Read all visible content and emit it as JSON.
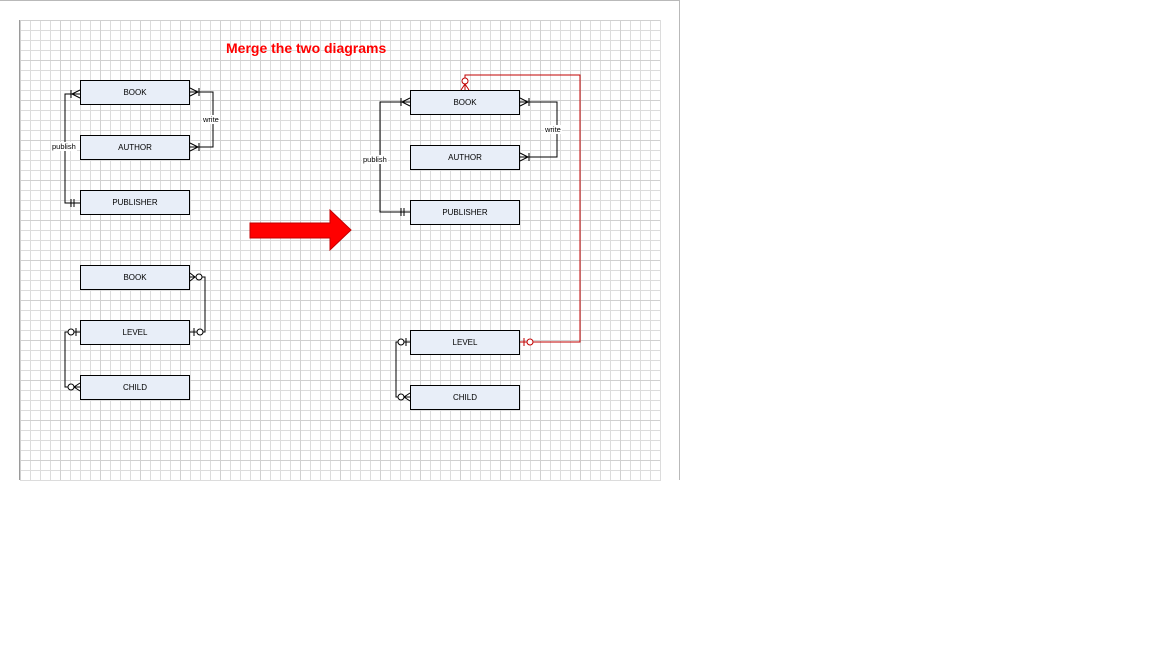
{
  "title": "Merge the two diagrams",
  "colors": {
    "title": "#ff0000",
    "entity_fill": "#e8eef8",
    "merge_link": "#c00000",
    "arrow": "#ff0000"
  },
  "left": {
    "top_diagram": {
      "book": "BOOK",
      "author": "AUTHOR",
      "publisher": "PUBLISHER",
      "rel_write": "write",
      "rel_publish": "publish"
    },
    "bottom_diagram": {
      "book": "BOOK",
      "level": "LEVEL",
      "child": "CHILD"
    }
  },
  "right": {
    "book": "BOOK",
    "author": "AUTHOR",
    "publisher": "PUBLISHER",
    "level": "LEVEL",
    "child": "CHILD",
    "rel_write": "write",
    "rel_publish": "publish"
  },
  "icons": {
    "transition": "right-arrow-icon"
  }
}
